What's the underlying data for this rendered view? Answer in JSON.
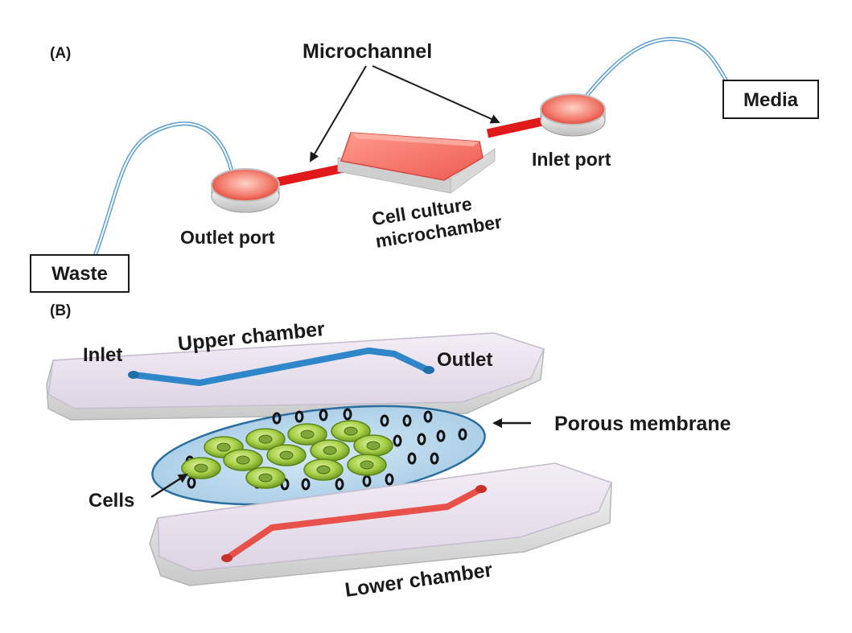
{
  "panel_a": {
    "tag": "(A)",
    "microchannel": "Microchannel",
    "media": "Media",
    "inlet_port": "Inlet port",
    "outlet_port": "Outlet  port",
    "cell_culture_line1": "Cell culture",
    "cell_culture_line2": "microchamber",
    "waste": "Waste"
  },
  "panel_b": {
    "tag": "(B)",
    "upper_chamber": "Upper chamber",
    "inlet": "Inlet",
    "outlet": "Outlet",
    "porous_membrane": "Porous membrane",
    "cells": "Cells",
    "lower_chamber": "Lower chamber"
  },
  "colors": {
    "channel_red": "#e01a1a",
    "chamber_red": "#f07070",
    "upper_channel_blue": "#2f86c8",
    "lower_channel_red": "#e8504a",
    "membrane_fill": "#b9d8ec",
    "membrane_edge": "#2b6f9e",
    "cell_green": "#a8d04a",
    "slab_fill": "#ece6f0",
    "tubing_blue": "#5b9fd0"
  }
}
